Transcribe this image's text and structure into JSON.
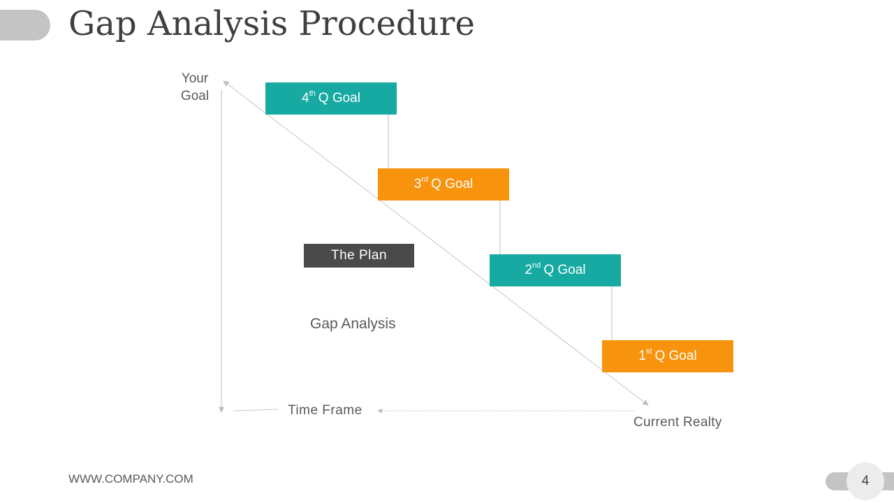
{
  "slide": {
    "title": "Gap Analysis Procedure",
    "footer_url": "WWW.COMPANY.COM",
    "page_number": "4"
  },
  "diagram": {
    "y_axis_label": "Your Goal",
    "x_axis_label": "Time Frame",
    "end_label": "Current Realty",
    "plan_label": "The Plan",
    "gap_label": "Gap Analysis",
    "goals": [
      {
        "ordinal": "4",
        "suffix": "th",
        "text": "Q Goal",
        "color": "#17aaa3"
      },
      {
        "ordinal": "3",
        "suffix": "rd",
        "text": "Q Goal",
        "color": "#f7930c"
      },
      {
        "ordinal": "2",
        "suffix": "nd",
        "text": "Q Goal",
        "color": "#17aaa3"
      },
      {
        "ordinal": "1",
        "suffix": "st",
        "text": "Q Goal",
        "color": "#f7930c"
      }
    ]
  },
  "colors": {
    "teal": "#17aaa3",
    "orange": "#f7930c",
    "plan_dark": "#4a4a4a",
    "connector_gray": "#c8c8c8"
  }
}
